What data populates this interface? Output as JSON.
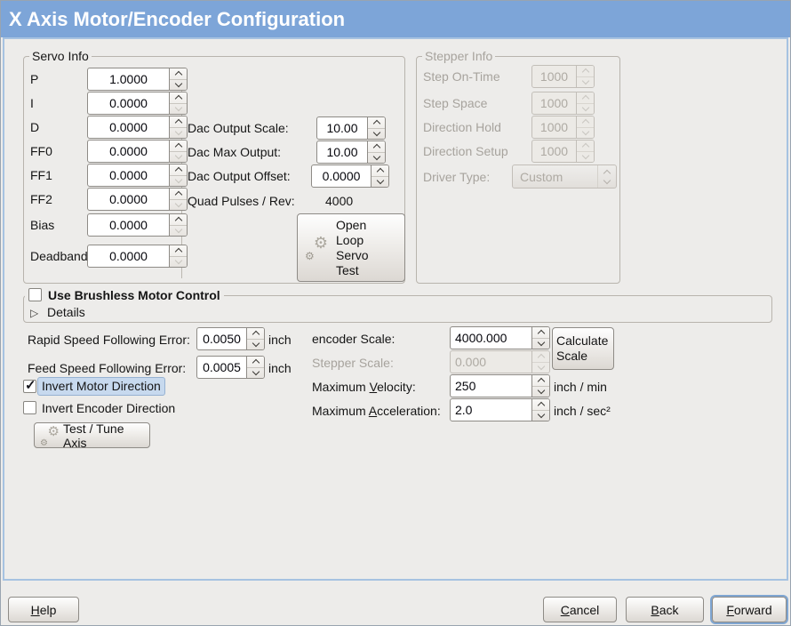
{
  "window": {
    "title": "X Axis Motor/Encoder Configuration"
  },
  "servo_info": {
    "legend": "Servo Info",
    "params": [
      {
        "label": "P",
        "value": "1.0000"
      },
      {
        "label": "I",
        "value": "0.0000"
      },
      {
        "label": "D",
        "value": "0.0000"
      },
      {
        "label": "FF0",
        "value": "0.0000"
      },
      {
        "label": "FF1",
        "value": "0.0000"
      },
      {
        "label": "FF2",
        "value": "0.0000"
      },
      {
        "label": "Bias",
        "value": "0.0000"
      },
      {
        "label": "Deadband",
        "value": "0.0000"
      }
    ],
    "dac_output_scale": {
      "label": "Dac Output Scale:",
      "value": "10.00"
    },
    "dac_max_output": {
      "label": "Dac Max Output:",
      "value": "10.00"
    },
    "dac_output_offset": {
      "label": "Dac Output Offset:",
      "value": "0.0000"
    },
    "quad_pulses": {
      "label": "Quad Pulses / Rev:",
      "value": "4000"
    },
    "open_loop_button": "Open Loop Servo Test"
  },
  "stepper_info": {
    "legend": "Stepper Info",
    "params": [
      {
        "label": "Step On-Time",
        "value": "1000"
      },
      {
        "label": "Step Space",
        "value": "1000"
      },
      {
        "label": "Direction Hold",
        "value": "1000"
      },
      {
        "label": "Direction Setup",
        "value": "1000"
      }
    ],
    "driver_type": {
      "label": "Driver Type:",
      "value": "Custom"
    }
  },
  "brushless": {
    "checkbox_label": "Use Brushless Motor Control",
    "details_label": "Details"
  },
  "errors": {
    "rapid": {
      "label": "Rapid Speed Following Error:",
      "value": "0.0050",
      "unit": "inch"
    },
    "feed": {
      "label": "Feed Speed Following Error:",
      "value": "0.0005",
      "unit": "inch"
    }
  },
  "scales": {
    "encoder": {
      "label": "encoder Scale:",
      "value": "4000.000"
    },
    "calculate_button": "Calculate Scale",
    "stepper": {
      "label": "Stepper Scale:",
      "value": "0.000"
    },
    "velocity": {
      "pre": "Maximum ",
      "mnemonic": "V",
      "post": "elocity:",
      "value": "250",
      "unit": "inch / min"
    },
    "acceleration": {
      "pre": "Maximum ",
      "mnemonic": "A",
      "post": "cceleration:",
      "value": "2.0",
      "unit": "inch / sec²"
    }
  },
  "direction": {
    "invert_motor_label": "Invert Motor Direction",
    "invert_encoder_label": "Invert Encoder Direction",
    "test_tune_button": "Test / Tune Axis"
  },
  "footer": {
    "help": {
      "mnemonic": "H",
      "rest": "elp"
    },
    "cancel": {
      "mnemonic": "C",
      "rest": "ancel"
    },
    "back": {
      "mnemonic": "B",
      "rest": "ack"
    },
    "forward": {
      "mnemonic": "F",
      "rest": "orward"
    }
  },
  "colors": {
    "titlebar": "#7da5d8",
    "content_border": "#a6c2e1",
    "selection_highlight": "#c7d9ee",
    "disabled_text": "#a7a39d"
  },
  "icons": {
    "gears_glyph": "⚙",
    "expander_glyph": "▷",
    "check_glyph": "✓"
  }
}
